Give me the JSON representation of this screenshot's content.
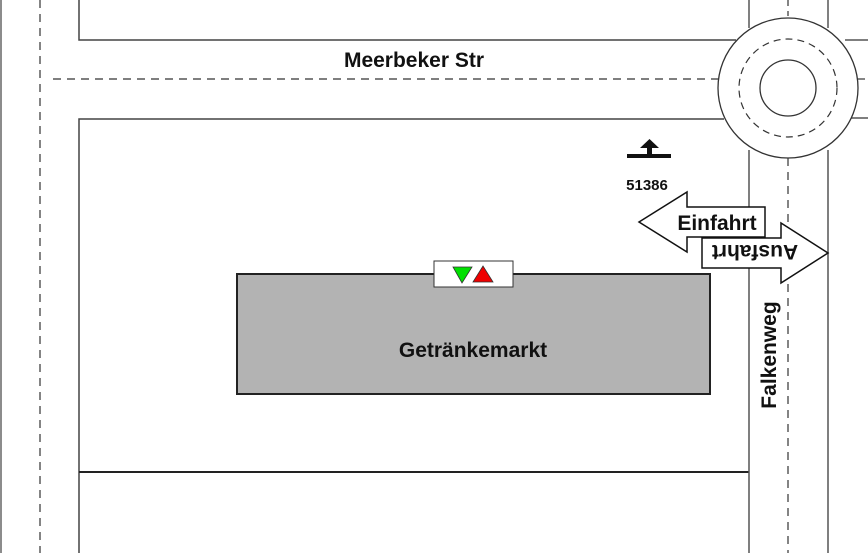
{
  "map": {
    "streets": {
      "north": "Meerbeker Str",
      "east": "Falkenweg"
    },
    "building": {
      "label": "Getränkemarkt",
      "fill": "#b3b3b3"
    },
    "entrance_marker": {
      "icons": [
        "arrow-down-green-icon",
        "arrow-up-red-icon"
      ],
      "colors": {
        "green": "#00e000",
        "red": "#ee0000"
      }
    },
    "postal_marker": {
      "icon": "location-arrow-icon",
      "code": "51386"
    },
    "arrows": {
      "entry": "Einfahrt",
      "exit": "Ausfahrt"
    },
    "roundabout": {
      "icon": "roundabout-icon"
    }
  }
}
